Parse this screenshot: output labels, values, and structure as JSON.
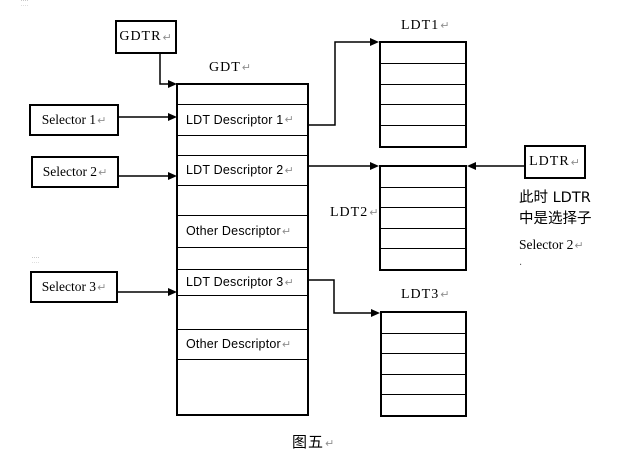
{
  "background": "#ffffff",
  "line_color": "#000000",
  "return_mark": "↵",
  "return_mark_color": "#8f8f8f",
  "gdtr_box": {
    "label": "GDTR"
  },
  "ldtr_box": {
    "label": "LDTR"
  },
  "gdt_table": {
    "title": "GDT",
    "rows": [
      {
        "text": ""
      },
      {
        "text": "LDT Descriptor 1"
      },
      {
        "text": ""
      },
      {
        "text": "LDT Descriptor 2"
      },
      {
        "text": ""
      },
      {
        "text": "Other Descriptor"
      },
      {
        "text": ""
      },
      {
        "text": "LDT Descriptor 3"
      },
      {
        "text": ""
      },
      {
        "text": "Other Descriptor"
      },
      {
        "text": ""
      }
    ]
  },
  "selector_boxes": [
    {
      "label": "Selector 1"
    },
    {
      "label": "Selector 2"
    },
    {
      "label": "Selector 3"
    }
  ],
  "ldt1": {
    "title": "LDT1",
    "row_count": 5
  },
  "ldt2": {
    "title": "LDT2",
    "row_count": 5
  },
  "ldt3": {
    "title": "LDT3",
    "row_count": 5
  },
  "note": {
    "line1": "此时 LDTR",
    "line2": "中是选择子",
    "line3": "Selector 2",
    "line4": "."
  },
  "caption": "图五"
}
